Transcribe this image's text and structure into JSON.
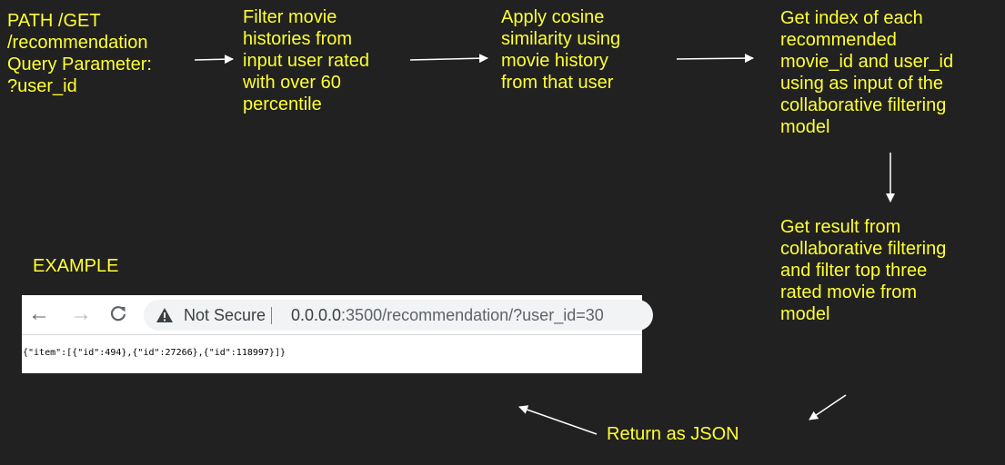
{
  "steps": {
    "request": "PATH /GET\n/recommendation\nQuery Parameter:\n?user_id",
    "filter": "Filter movie\nhistories from\ninput user rated\nwith over 60\npercentile",
    "cosine": "Apply cosine\nsimilarity using\nmovie history\nfrom that user",
    "index": "Get index of each\nrecommended\nmovie_id and user_id\nusing as input of the\ncollaborative filtering\nmodel",
    "result": "Get result from\ncollaborative filtering\nand filter top three\nrated movie from\nmodel",
    "return": "Return as JSON"
  },
  "example": {
    "label": "EXAMPLE",
    "browser": {
      "not_secure": "Not Secure",
      "url_host": "0.0.0.0",
      "url_path": ":3500/recommendation/?user_id=30",
      "response": "{\"item\":[{\"id\":494},{\"id\":27266},{\"id\":118997}]}"
    }
  },
  "colors": {
    "background": "#212121",
    "text": "#ffff33",
    "arrow": "#ffffff"
  },
  "icons": [
    "back-arrow-icon",
    "forward-arrow-icon",
    "reload-icon",
    "warning-icon"
  ]
}
